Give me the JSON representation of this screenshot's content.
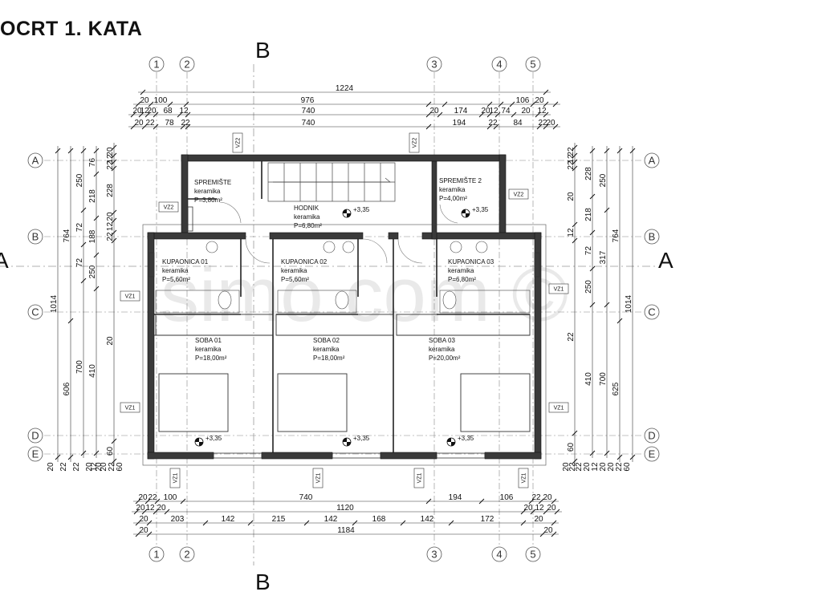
{
  "title": "OCRT 1. KATA",
  "section_labels": {
    "top_b": "B",
    "bottom_b": "B",
    "left_a": "A",
    "right_a": "A"
  },
  "axes_columns": [
    "1",
    "2",
    "3",
    "4",
    "5"
  ],
  "axes_rows": [
    "A",
    "B",
    "C",
    "D",
    "E"
  ],
  "dims_top": {
    "row1": [
      "1224"
    ],
    "row2": [
      "20",
      "100",
      "976",
      "106",
      "20"
    ],
    "row3": [
      "20",
      "12",
      "20",
      "68",
      "12",
      "740",
      "20",
      "174",
      "20",
      "12",
      "74",
      "20",
      "12"
    ],
    "row4": [
      "20",
      "22",
      "78",
      "22",
      "740",
      "194",
      "22",
      "84",
      "22",
      "20"
    ]
  },
  "dims_bottom": {
    "row1": [
      "20",
      "22",
      "100",
      "740",
      "194",
      "106",
      "22",
      "20"
    ],
    "row2": [
      "20",
      "12",
      "20",
      "1120",
      "20",
      "12",
      "20"
    ],
    "row3": [
      "20",
      "203",
      "142",
      "215",
      "142",
      "168",
      "142",
      "172",
      "20"
    ],
    "row4": [
      "20",
      "1184",
      "20"
    ]
  },
  "dims_left": {
    "outer": [
      "1014"
    ],
    "col2": [
      "764",
      "606"
    ],
    "col3": [
      "250",
      "72",
      "72",
      "700"
    ],
    "col4": [
      "76",
      "218",
      "188",
      "250",
      "410"
    ],
    "col5": [
      "20",
      "12",
      "22",
      "228",
      "20",
      "12",
      "22",
      "20",
      "60"
    ],
    "bottom": [
      "20",
      "22",
      "22",
      "20",
      "12",
      "20",
      "20",
      "22",
      "60"
    ]
  },
  "dims_right": {
    "outer": [
      "1014"
    ],
    "col2": [
      "764",
      "625"
    ],
    "col3": [
      "250",
      "317",
      "700"
    ],
    "col4": [
      "228",
      "218",
      "72",
      "250",
      "410"
    ],
    "col5": [
      "22",
      "12",
      "22",
      "20",
      "12",
      "22",
      "60"
    ],
    "bottom": [
      "20",
      "22",
      "22",
      "20",
      "12",
      "20",
      "20",
      "22",
      "60"
    ]
  },
  "rooms": [
    {
      "name": "SPREMIŠTE",
      "finish": "keramika",
      "area": "P=3,80m²"
    },
    {
      "name": "HODNIK",
      "finish": "keramika",
      "area": "P=6,80m²"
    },
    {
      "name": "SPREMIŠTE 2",
      "finish": "keramika",
      "area": "P=4,00m²"
    },
    {
      "name": "KUPAONICA 01",
      "finish": "keramika",
      "area": "P=5,60m²"
    },
    {
      "name": "KUPAONICA 02",
      "finish": "keramika",
      "area": "P=5,60m²"
    },
    {
      "name": "KUPAONICA 03",
      "finish": "keramika",
      "area": "P=6,80m²"
    },
    {
      "name": "SOBA 01",
      "finish": "keramika",
      "area": "P=18,00m²"
    },
    {
      "name": "SOBA 02",
      "finish": "keramika",
      "area": "P=18,00m²"
    },
    {
      "name": "SOBA 03",
      "finish": "keramika",
      "area": "P=20,00m²"
    }
  ],
  "levels": [
    "+3,35",
    "+3,35",
    "+3,35",
    "+3,35",
    "+3,35"
  ],
  "vent_labels": [
    "VZ2",
    "VZ2",
    "VZ2",
    "VZ2",
    "VZ1",
    "VZ1",
    "VZ1",
    "VZ1",
    "VZ1",
    "VZ1",
    "VZ1",
    "VZ1",
    "VZ1",
    "VZ1"
  ],
  "watermark": "simo com ©"
}
